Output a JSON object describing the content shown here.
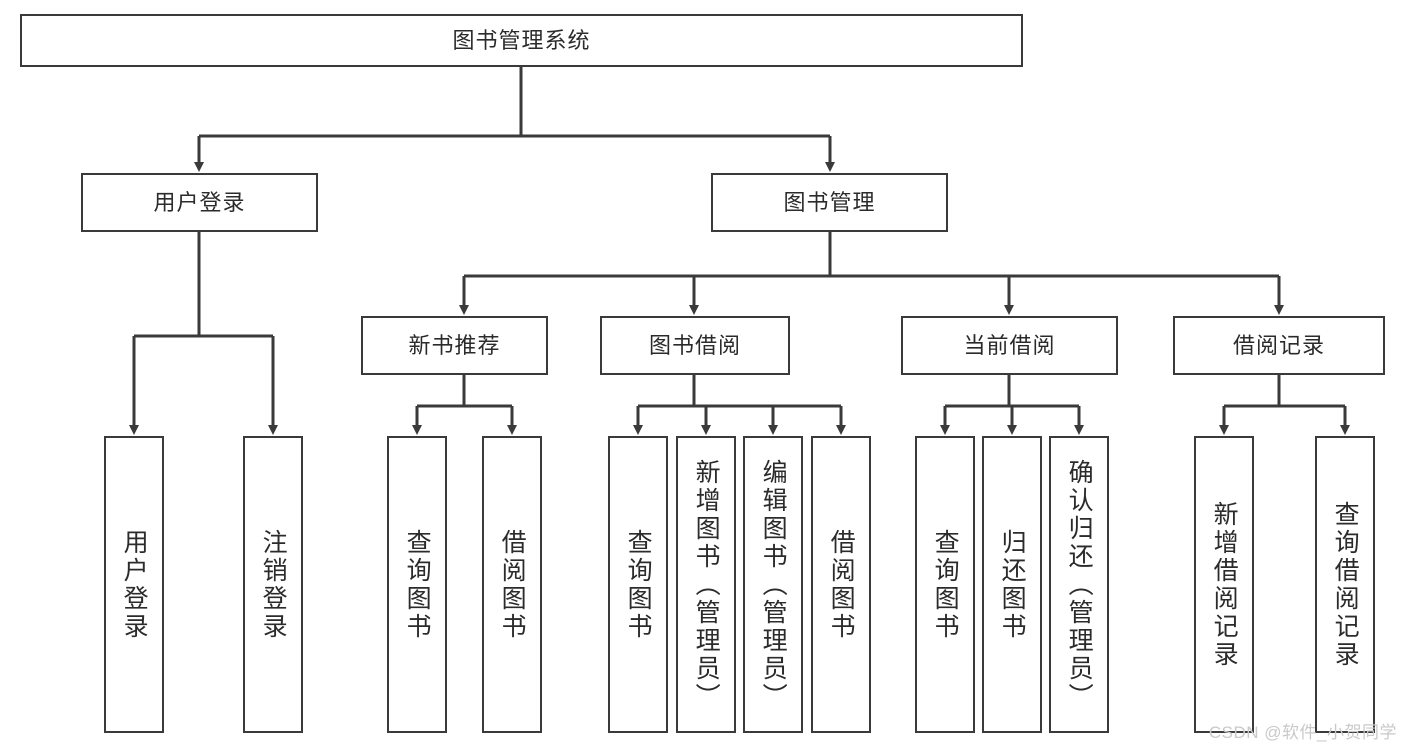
{
  "diagram": {
    "title": "图书管理系统",
    "root": {
      "label": "图书管理系统"
    },
    "level1": [
      {
        "label": "用户登录"
      },
      {
        "label": "图书管理"
      }
    ],
    "level2": [
      {
        "label": "新书推荐"
      },
      {
        "label": "图书借阅"
      },
      {
        "label": "当前借阅"
      },
      {
        "label": "借阅记录"
      }
    ],
    "leaves": {
      "user_login": [
        {
          "label": "用户登录"
        },
        {
          "label": "注销登录"
        }
      ],
      "new_book": [
        {
          "label": "查询图书"
        },
        {
          "label": "借阅图书"
        }
      ],
      "book_borrow": [
        {
          "label": "查询图书"
        },
        {
          "label": "新增图书（管理员）"
        },
        {
          "label": "编辑图书（管理员）"
        },
        {
          "label": "借阅图书"
        }
      ],
      "current_borrow": [
        {
          "label": "查询图书"
        },
        {
          "label": "归还图书"
        },
        {
          "label": "确认归还（管理员）"
        }
      ],
      "borrow_record": [
        {
          "label": "新增借阅记录"
        },
        {
          "label": "查询借阅记录"
        }
      ]
    }
  },
  "watermark": {
    "text": "CSDN @软件_小贺同学"
  },
  "colors": {
    "stroke": "#3a3a3a",
    "text": "#2b2b2b",
    "background": "#ffffff",
    "watermark": "#c9c9c9"
  }
}
